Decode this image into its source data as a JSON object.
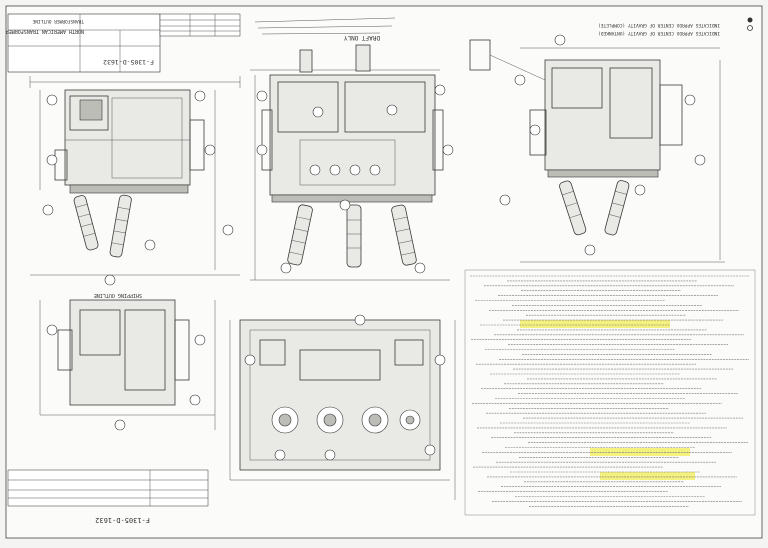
{
  "title_block": {
    "company": "NORTH AMERICAN TRANSFORMER",
    "drawing_title": "TRANSFORMER OUTLINE",
    "drawing_number": "F-1305-D-1632"
  },
  "notes": {
    "cg_empty": "INDICATES APPROX CENTER OF GRAVITY (UNTANKED)",
    "cg_complete": "INDICATES APPROX CENTER OF GRAVITY (COMPLETE)",
    "draft_only": "DRAFT ONLY",
    "shipping_outline": "SHIPPING OUTLINE"
  },
  "bottom_drawing_number": "F-1305-D-1632",
  "highlight_color": "#f2ee6a"
}
